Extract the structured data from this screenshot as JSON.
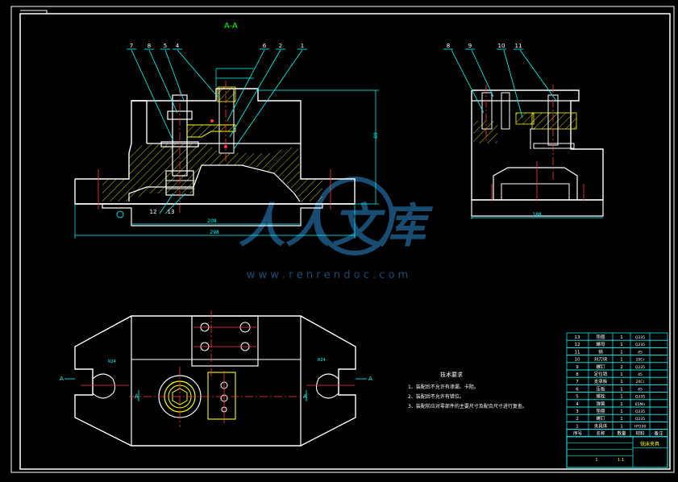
{
  "colors": {
    "bg": "#000000",
    "outline": "#ffffff",
    "dim": "#00ffff",
    "center": "#ff3b3b",
    "hatch": "#ffff00",
    "note": "#00ff00",
    "title_text": "#ffff00",
    "watermark": "#1e5a86"
  },
  "section_title": "A-A",
  "view_top_labels": [
    "7",
    "8",
    "5",
    "4",
    "6",
    "2",
    "1"
  ],
  "view_side_labels": [
    "8",
    "9",
    "10",
    "11"
  ],
  "bottom_labels": [
    "12",
    "13"
  ],
  "dim_texts": {
    "height_right": "89",
    "width_inner": "208",
    "width_overall": "298",
    "side_width": "188"
  },
  "plan_labels": {
    "a": "A",
    "r1": "R24",
    "r2": "R24"
  },
  "notes": {
    "title": "技术要求",
    "items": [
      "1、装配后不允许有渗漏、卡阻。",
      "2、装配后不允许有错位。",
      "3、装配前应对零部件的主要尺寸及配合尺寸进行复查。"
    ]
  },
  "watermark": {
    "cn": "人人文库",
    "url": "w w w . r e n r e n d o c . c o m"
  },
  "bom": {
    "rows": [
      {
        "no": "13",
        "name": "垫圈",
        "qty": "1",
        "mat": "Q235"
      },
      {
        "no": "12",
        "name": "螺母",
        "qty": "1",
        "mat": "Q235"
      },
      {
        "no": "11",
        "name": "销",
        "qty": "1",
        "mat": "45"
      },
      {
        "no": "10",
        "name": "对刀块",
        "qty": "1",
        "mat": "20Cr"
      },
      {
        "no": "9",
        "name": "螺钉",
        "qty": "2",
        "mat": "Q235"
      },
      {
        "no": "8",
        "name": "定位销",
        "qty": "1",
        "mat": "45"
      },
      {
        "no": "7",
        "name": "支承板",
        "qty": "1",
        "mat": "20Cr"
      },
      {
        "no": "6",
        "name": "压板",
        "qty": "1",
        "mat": "45"
      },
      {
        "no": "5",
        "name": "螺栓",
        "qty": "1",
        "mat": "Q235"
      },
      {
        "no": "4",
        "name": "弹簧",
        "qty": "1",
        "mat": "65Mn"
      },
      {
        "no": "3",
        "name": "垫圈",
        "qty": "1",
        "mat": "Q235"
      },
      {
        "no": "2",
        "name": "螺钉",
        "qty": "1",
        "mat": "Q235"
      },
      {
        "no": "1",
        "name": "夹具体",
        "qty": "1",
        "mat": "HT200"
      }
    ],
    "header": [
      "序号",
      "名称",
      "数量",
      "材料",
      "备注"
    ],
    "title_block": {
      "name": "铣床夹具",
      "scale": "1:1",
      "sheet": "1"
    }
  }
}
